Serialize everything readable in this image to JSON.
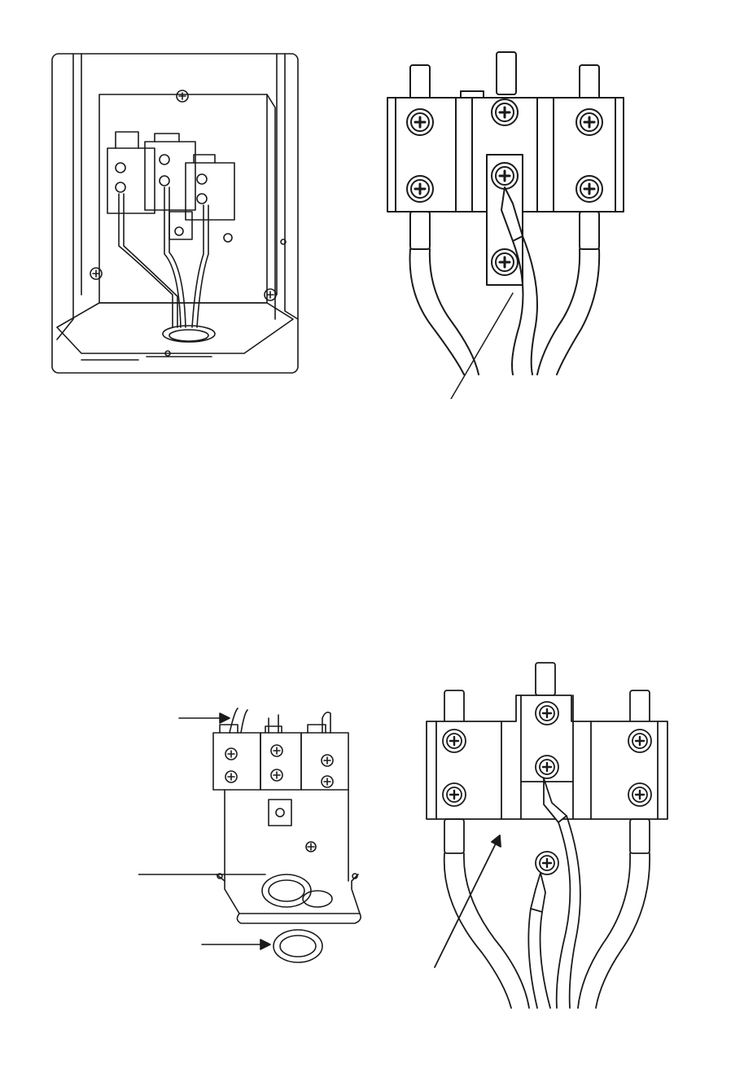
{
  "figure": {
    "panels": [
      {
        "id": "top-left",
        "subject": "terminal-block-in-housing"
      },
      {
        "id": "top-right",
        "subject": "three-wire-terminal-closeup"
      },
      {
        "id": "bottom-left",
        "subject": "terminal-block-with-grommet"
      },
      {
        "id": "bottom-right",
        "subject": "four-wire-terminal-closeup"
      }
    ]
  },
  "colors": {
    "line": "#1a1a1a",
    "cable_fill": "#ffffff",
    "terminal_fill": "#ffffff",
    "screw_fill": "#ffffff"
  }
}
